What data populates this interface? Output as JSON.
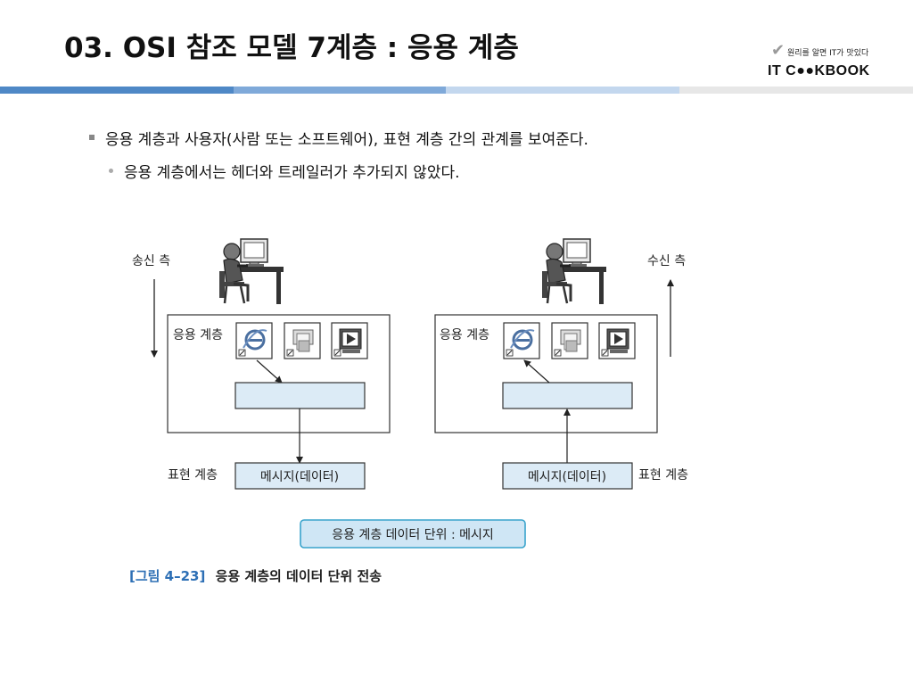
{
  "slide": {
    "title": "03. OSI 참조 모델 7계층 : 응용 계층",
    "logo_tagline": "원리를 알면 IT가 맛있다",
    "logo_brand": "IT C●●KBOOK"
  },
  "bullets": {
    "level1": "응용 계층과 사용자(사람 또는 소프트웨어), 표현 계층 간의 관계를 보여준다.",
    "level2": "응용 계층에서는 헤더와 트레일러가 추가되지 않았다."
  },
  "diagram": {
    "sender_label": "송신 측",
    "receiver_label": "수신 측",
    "app_layer_label": "응용 계층",
    "presentation_label": "표현 계층",
    "message_label": "메시지(데이터)",
    "unit_box": "응용 계층 데이터 단위 : 메시지",
    "caption_num": "[그림 4–23]",
    "caption_text": "응용 계층의 데이터 단위 전송"
  },
  "colors": {
    "rule1": "#4f88c6",
    "rule2": "#7fa9d9",
    "rule3": "#c3d7ee",
    "box_fill": "#dcebf6",
    "unit_fill": "#cfe6f5",
    "unit_border": "#38a3cc",
    "caption_blue": "#2d6fb5"
  }
}
